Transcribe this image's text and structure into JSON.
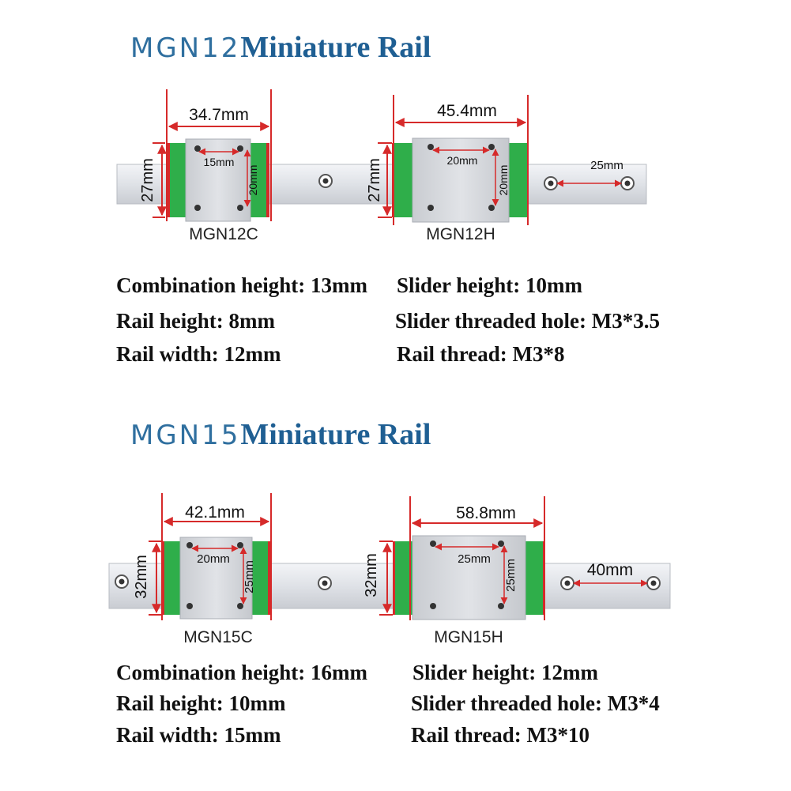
{
  "sections": [
    {
      "title_model": "MGN12",
      "title_rest": "Miniature Rail",
      "blocks": [
        {
          "name": "MGN12C",
          "length": "34.7mm",
          "height": "27mm",
          "hole_x": "15mm",
          "hole_y": "20mm"
        },
        {
          "name": "MGN12H",
          "length": "45.4mm",
          "height": "27mm",
          "hole_x": "20mm",
          "hole_y": "20mm"
        }
      ],
      "rail_pitch": "25mm",
      "specs_left": [
        "Combination height: 13mm",
        "Rail height: 8mm",
        "Rail width: 12mm"
      ],
      "specs_right": [
        "Slider height: 10mm",
        "Slider threaded hole: M3*3.5",
        "Rail thread: M3*8"
      ]
    },
    {
      "title_model": "MGN15",
      "title_rest": "Miniature Rail",
      "blocks": [
        {
          "name": "MGN15C",
          "length": "42.1mm",
          "height": "32mm",
          "hole_x": "20mm",
          "hole_y": "25mm"
        },
        {
          "name": "MGN15H",
          "length": "58.8mm",
          "height": "32mm",
          "hole_x": "25mm",
          "hole_y": "25mm"
        }
      ],
      "rail_pitch": "40mm",
      "specs_left": [
        "Combination height: 16mm",
        "Rail height: 10mm",
        "Rail width: 15mm"
      ],
      "specs_right": [
        "Slider height: 12mm",
        "Slider threaded hole: M3*4",
        "Rail thread: M3*10"
      ]
    }
  ],
  "colors": {
    "title": "#1f5f93",
    "seal": "#2fae4a",
    "dimension_line": "#d62a2a",
    "rail": "#e2e5ea",
    "block": "#d3d6db"
  }
}
